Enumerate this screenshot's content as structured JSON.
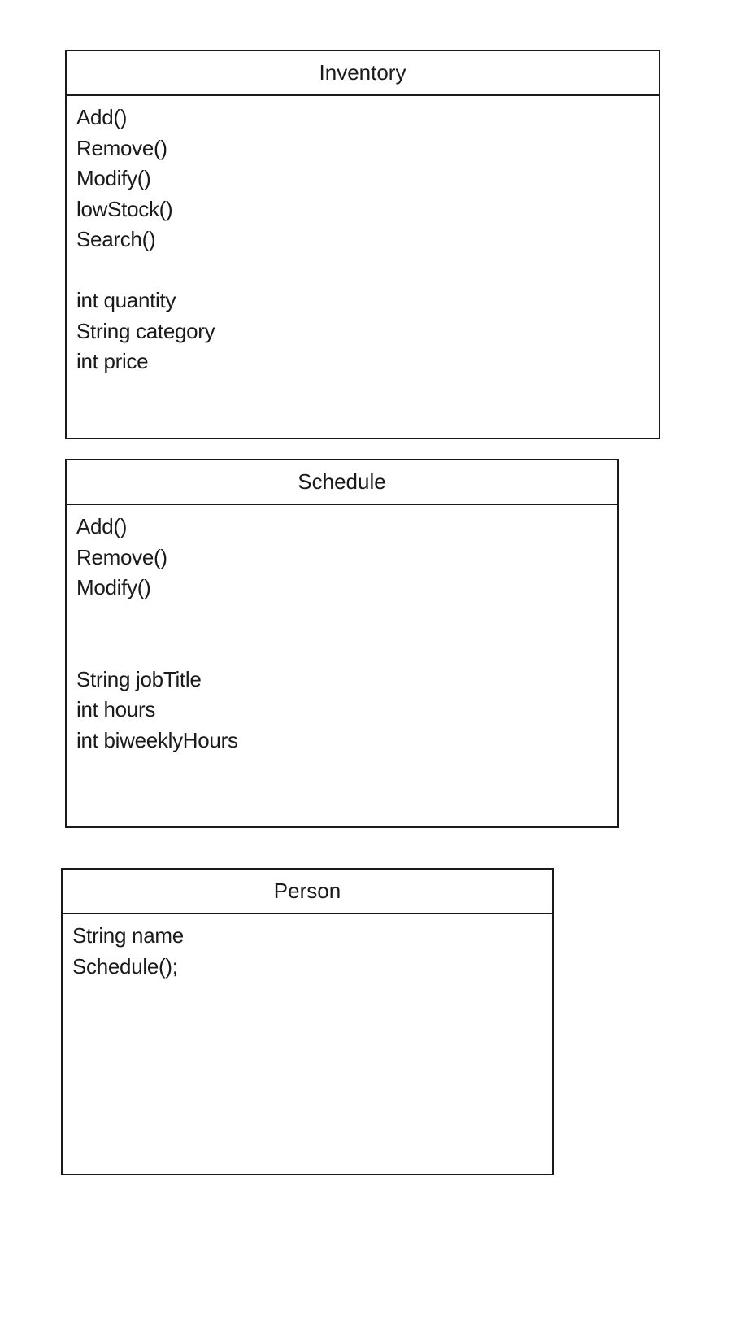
{
  "classes": [
    {
      "name": "Inventory",
      "lines": [
        "Add()",
        "Remove()",
        "Modify()",
        "lowStock()",
        "Search()",
        "",
        "int quantity",
        "String category",
        "int price"
      ]
    },
    {
      "name": "Schedule",
      "lines": [
        "Add()",
        "Remove()",
        "Modify()",
        "",
        "",
        "String jobTitle",
        "int hours",
        "int biweeklyHours"
      ]
    },
    {
      "name": "Person",
      "lines": [
        "String name",
        "Schedule();"
      ]
    }
  ]
}
